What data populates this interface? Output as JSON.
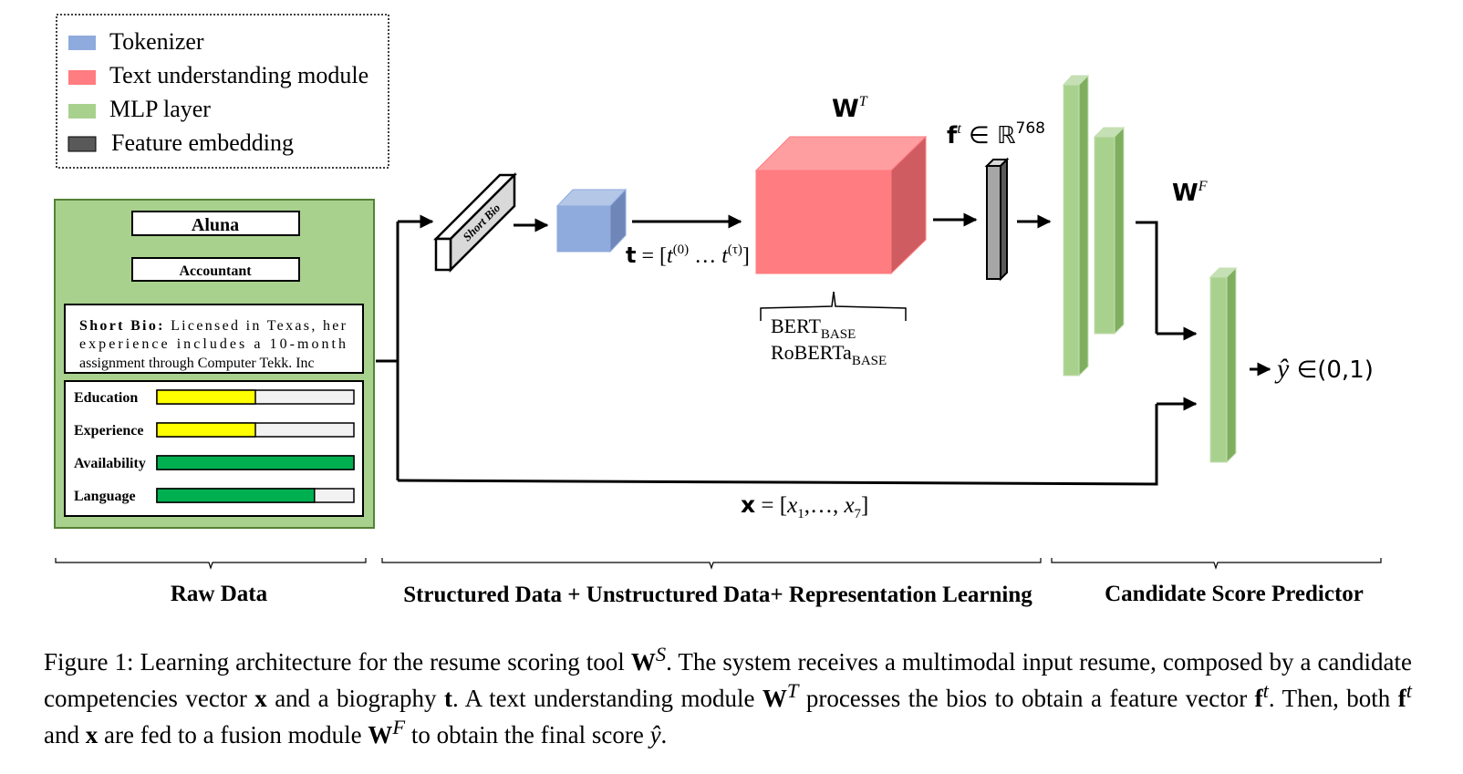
{
  "legend": {
    "items": [
      {
        "label": "Tokenizer",
        "color": "#8faadc"
      },
      {
        "label": "Text understanding module",
        "color": "#ff7c80"
      },
      {
        "label": "MLP layer",
        "color": "#a9d18e"
      },
      {
        "label": "Feature embedding",
        "color": "#7f7f7f"
      }
    ]
  },
  "raw_data": {
    "name": "Aluna",
    "occupation": "Accountant",
    "bio": {
      "label": "Short Bio:",
      "line1": "Licensed in Texas, her",
      "line2": "experience includes a 10-month",
      "line3": "assignment through Computer Tekk. Inc"
    },
    "bars": [
      {
        "label": "Education",
        "value": 0.5,
        "color": "#ffff00"
      },
      {
        "label": "Experience",
        "value": 0.5,
        "color": "#ffff00"
      },
      {
        "label": "Availability",
        "value": 1.0,
        "color": "#00b050"
      },
      {
        "label": "Language",
        "value": 0.8,
        "color": "#00b050"
      }
    ]
  },
  "pipeline": {
    "short_bio_label": "Short Bio",
    "t_vector": {
      "lhs": "t",
      "eq": " = [",
      "t0": "t",
      "sup0": "(0)",
      "dots": " … ",
      "t1": "t",
      "sup1": "(τ)",
      "close": "]"
    },
    "text_module": {
      "symbol": "W",
      "sup": "T",
      "models": [
        {
          "base": "BERT",
          "sub": "BASE"
        },
        {
          "base": "RoBERTa",
          "sub": "BASE"
        }
      ]
    },
    "feature": {
      "symbol": "f",
      "sup": "t",
      "space": " ∈ ℝ",
      "dim": "768"
    },
    "fusion": {
      "symbol": "W",
      "sup": "F"
    },
    "x_vector": {
      "lhs": "x",
      "eq": " = [",
      "x1": "x",
      "sub1": "1",
      "mid": ",…, ",
      "x7": "x",
      "sub7": "7",
      "close": "]"
    },
    "output": {
      "symbol": "ŷ",
      "range": " ∈(0,1)"
    }
  },
  "sections": [
    {
      "label": "Raw Data"
    },
    {
      "label": "Structured Data + Unstructured Data+ Representation Learning"
    },
    {
      "label": "Candidate Score Predictor"
    }
  ],
  "caption": {
    "p1": "Figure 1: Learning architecture for the resume scoring tool ",
    "ws_sym": "W",
    "ws_sup": "S",
    "p2": ". The system receives a multimodal input resume, composed by a candidate competencies vector ",
    "x_sym": "x",
    "p3": " and a biography ",
    "t_sym": "t",
    "p4": ". A text understanding module ",
    "wt_sym": "W",
    "wt_sup": "T",
    "p5": " processes the bios to obtain a feature vector ",
    "f1_sym": "f",
    "f1_sup": "t",
    "p6": ". Then, both ",
    "f2_sym": "f",
    "f2_sup": "t",
    "p7": " and ",
    "x2_sym": "x",
    "p8": " are fed to a fusion module ",
    "wf_sym": "W",
    "wf_sup": "F",
    "p9": " to obtain the final score ",
    "yhat_sym": "ŷ",
    "p10": "."
  }
}
